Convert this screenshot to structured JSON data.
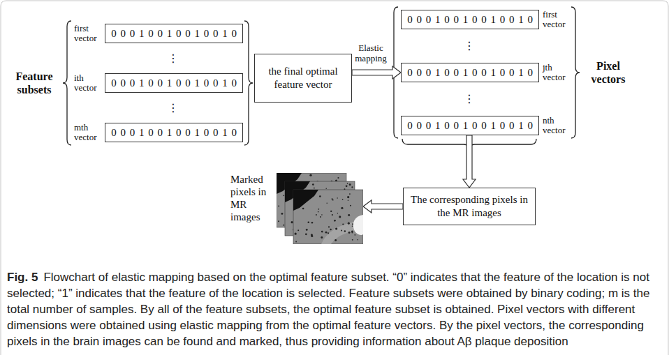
{
  "diagram": {
    "caption": "Flowchart of elastic mapping based on the optimal feature subset. “0” indicates that the feature of the location is not selected; “1” indicates that the feature of the location is selected. Feature subsets were obtained by binary coding; m is the total number of samples. By all of the feature subsets, the optimal feature subset is obtained. Pixel vectors with different dimensions were obtained using elastic mapping from the optimal feature vectors. By the pixel vectors, the corresponding pixels in the brain images can be found and marked, thus providing information about Aβ plaque deposition",
    "nodes": [
      {
        "text": [
          "first vector",
          "0 0 0 1 0 0 1 0 0 1 0 0 1 0"
        ]
      },
      {
        "text": [
          "ith vector",
          "0 0 0 1 0 0 1 0 0 1 0 0 1 0"
        ]
      },
      {
        "text": [
          "mth vector",
          "0 0 0 1 0 0 1 0 0 1 0 0 1 0"
        ]
      },
      {
        "text": [
          "the final optimal feature vector"
        ]
      },
      {
        "text": [
          "0 0 0 1 0 0 1 0 0 1 0 0 1 0",
          "first vector"
        ]
      },
      {
        "text": [
          "0 0 0 1 0 0 1 0 0 1 0 0 1 0",
          "jth vector"
        ]
      },
      {
        "text": [
          "0 0 0 1 0 0 1 0 0 1 0 0 1 0",
          "nth vector"
        ]
      },
      {
        "text": [
          "Marked pixels in MR images"
        ]
      },
      {
        "text": [
          "The corresponding pixels in the MR images"
        ]
      }
    ],
    "edges": [
      {
        "from": 3,
        "to": 5,
        "arrow": "to",
        "label": "Elastic mapping"
      },
      {
        "from": 6,
        "to": 8,
        "arrow": "to"
      },
      {
        "from": 8,
        "to": 7,
        "arrow": "to"
      }
    ],
    "labels": [
      "Feature subsets",
      "⋮",
      "⋮",
      "⋮",
      "⋮",
      "Pixel vectors",
      "Fig. 5"
    ]
  }
}
